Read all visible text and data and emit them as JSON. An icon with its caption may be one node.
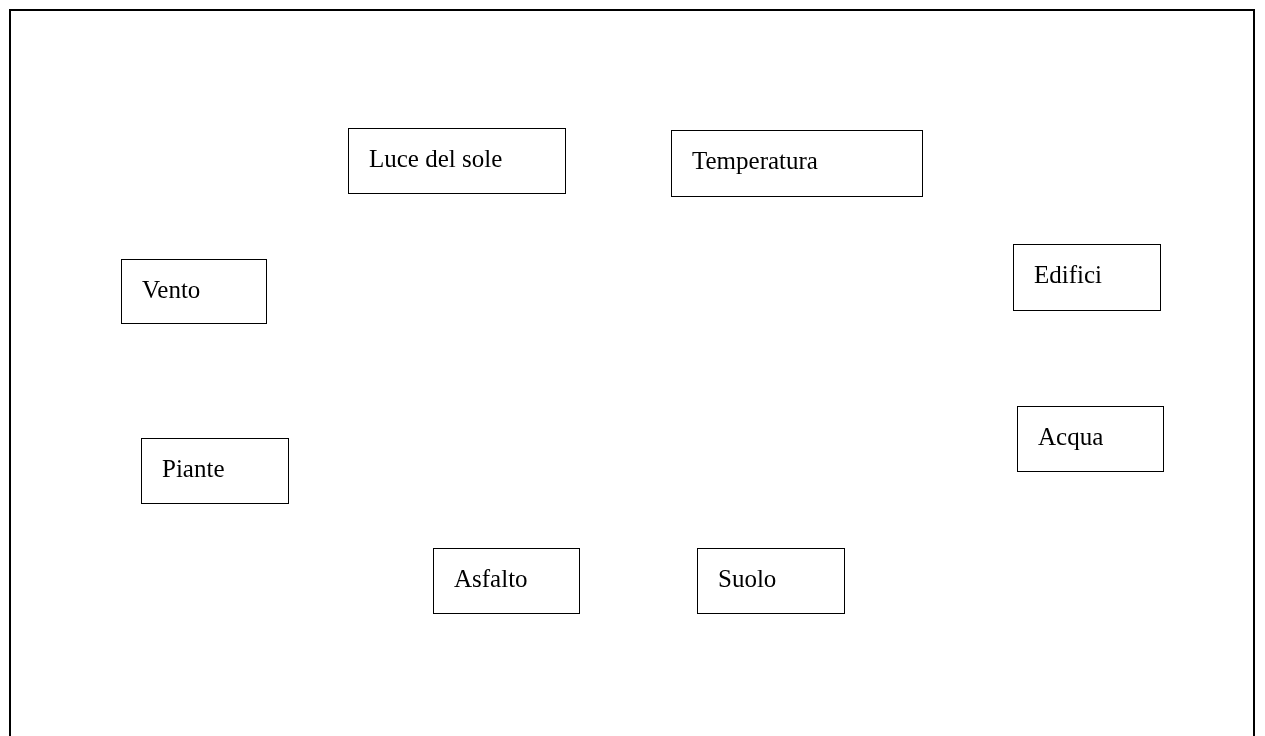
{
  "diagram": {
    "nodes": [
      {
        "text": [
          "Luce del sole"
        ]
      },
      {
        "text": [
          "Temperatura"
        ]
      },
      {
        "text": [
          "Vento"
        ]
      },
      {
        "text": [
          "Edifici"
        ]
      },
      {
        "text": [
          "Acqua"
        ]
      },
      {
        "text": [
          "Piante"
        ]
      },
      {
        "text": [
          "Asfalto"
        ]
      },
      {
        "text": [
          "Suolo"
        ]
      }
    ]
  }
}
